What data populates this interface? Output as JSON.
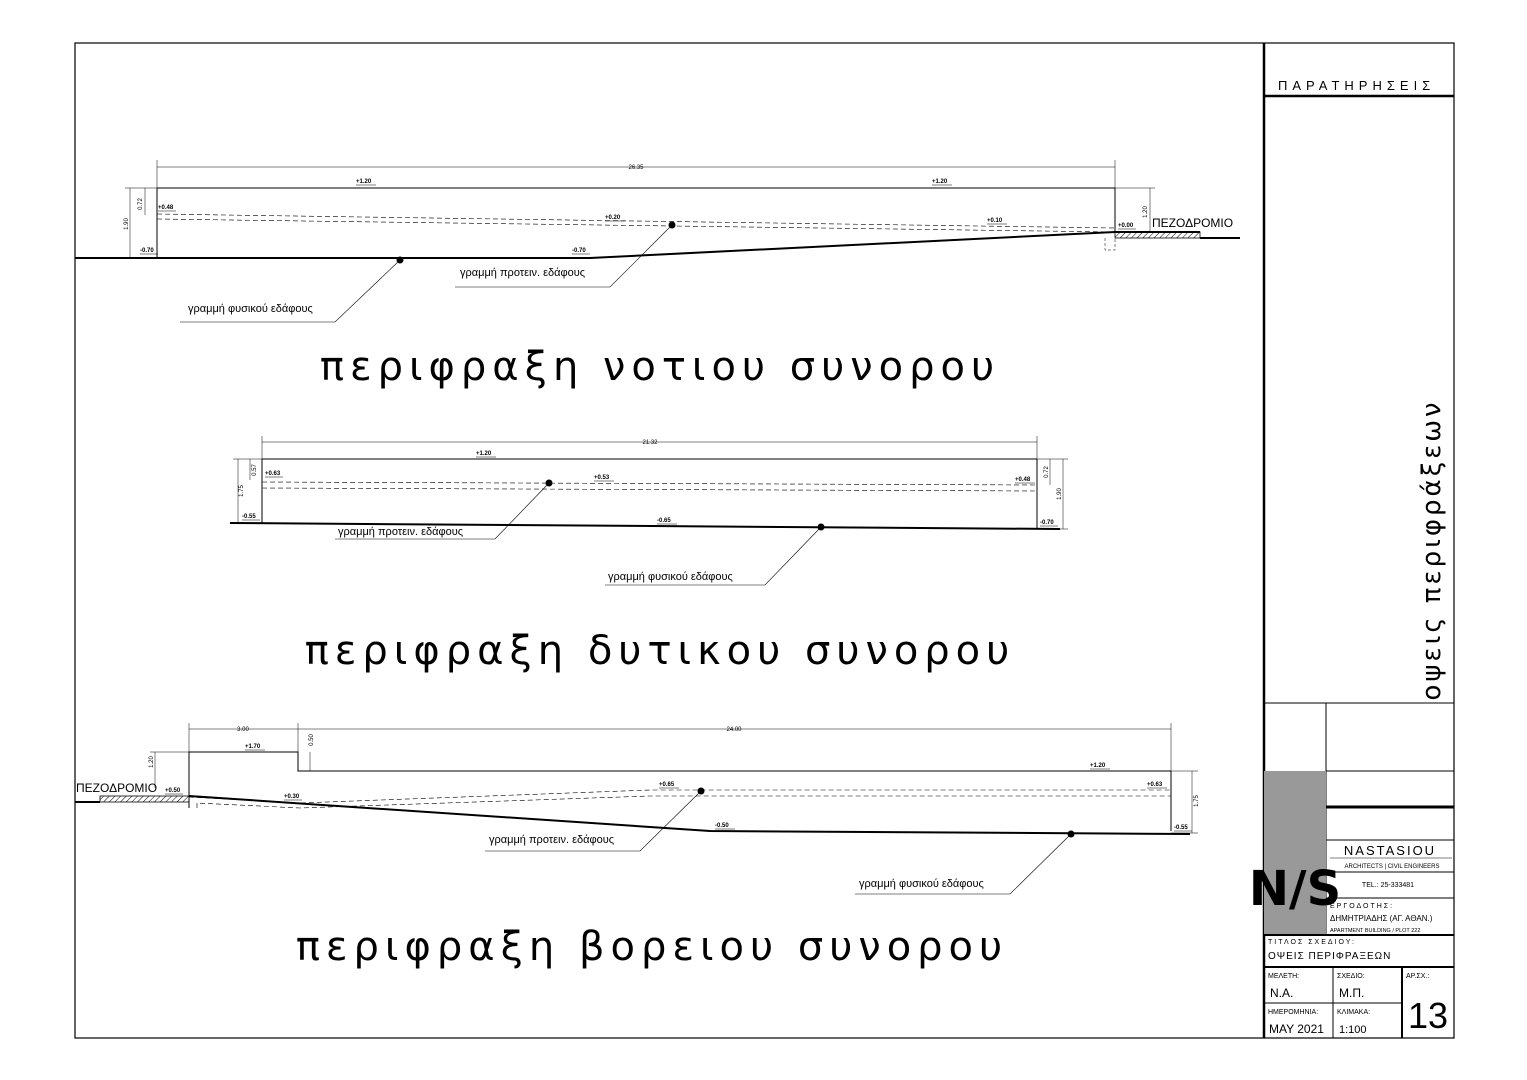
{
  "drawings": {
    "south": {
      "title": "περιφραξη νοτιου συνορου",
      "dim_total": "26.35",
      "dim_left_top": "0.72",
      "dim_left_total": "1.90",
      "dim_right": "1.20",
      "levels": [
        "+1.20",
        "+1.20",
        "+0.48",
        "+0.20",
        "+0.10",
        "+0.00",
        "-0.70",
        "-0.70"
      ],
      "sidewalk": "ΠΕΖΟΔΡΟΜΙΟ",
      "label_proposed": "γραμμή προτειν. εδάφους",
      "label_natural": "γραμμή φυσικού εδάφους"
    },
    "west": {
      "title": "περιφραξη δυτικου συνορου",
      "dim_total": "21.32",
      "dim_left_top": "0.57",
      "dim_left_total": "1.75",
      "dim_right_top": "0.72",
      "dim_right_total": "1.90",
      "levels": [
        "+1.20",
        "+0.63",
        "+0.53",
        "+0.48",
        "-0.55",
        "-0.65",
        "-0.70"
      ],
      "label_proposed": "γραμμή προτειν. εδάφους",
      "label_natural": "γραμμή φυσικού εδάφους"
    },
    "north": {
      "title": "περιφραξη βορειου συνορου",
      "dim_a": "3.00",
      "dim_b": "24.00",
      "dim_step": "0.50",
      "dim_left": "1.20",
      "dim_right": "1.75",
      "levels": [
        "+1.70",
        "+1.20",
        "+0.50",
        "+0.30",
        "+0.65",
        "+0.63",
        "-0.50",
        "-0.55"
      ],
      "sidewalk": "ΠΕΖΟΔΡΟΜΙΟ",
      "label_proposed": "γραμμή προτειν. εδάφους",
      "label_natural": "γραμμή φυσικού εδάφους"
    }
  },
  "title_block": {
    "remarks_header": "ΠΑΡΑΤΗΡΗΣΕΙΣ",
    "sheet_title_vertical": "οψεις περιφράξεων",
    "logo_letters": "N/S",
    "company": "NASTASIOU",
    "company_sub": "ARCHITECTS | CIVIL ENGINEERS",
    "phone": "ΤΕL.: 25-333481",
    "client_label": "ΕΡΓΟΔΟΤΗΣ:",
    "client_name": "ΔΗΜΗΤΡΙΑΔΗΣ (ΑΓ. ΑΘΑΝ.)",
    "project": "APARTMENT BUILDING / PLOT 222",
    "drawing_title_label": "ΤΙΤΛΟΣ ΣΧΕΔΙΟΥ:",
    "drawing_title": "ΟΨΕΙΣ ΠΕΡΙΦΡΑΞΕΩΝ",
    "study_label": "ΜΕΛΕΤΗ:",
    "study_value": "Ν.Α.",
    "drawn_label": "ΣΧΕΔΙΟ:",
    "drawn_value": "Μ.Π.",
    "number_label": "ΑΡ.ΣΧ.:",
    "number_value": "13",
    "date_label": "ΗΜΕΡΟΜΗΝΙΑ:",
    "date_value": "ΜΑΥ 2021",
    "scale_label": "ΚΛΙΜΑΚΑ:",
    "scale_value": "1:100"
  }
}
